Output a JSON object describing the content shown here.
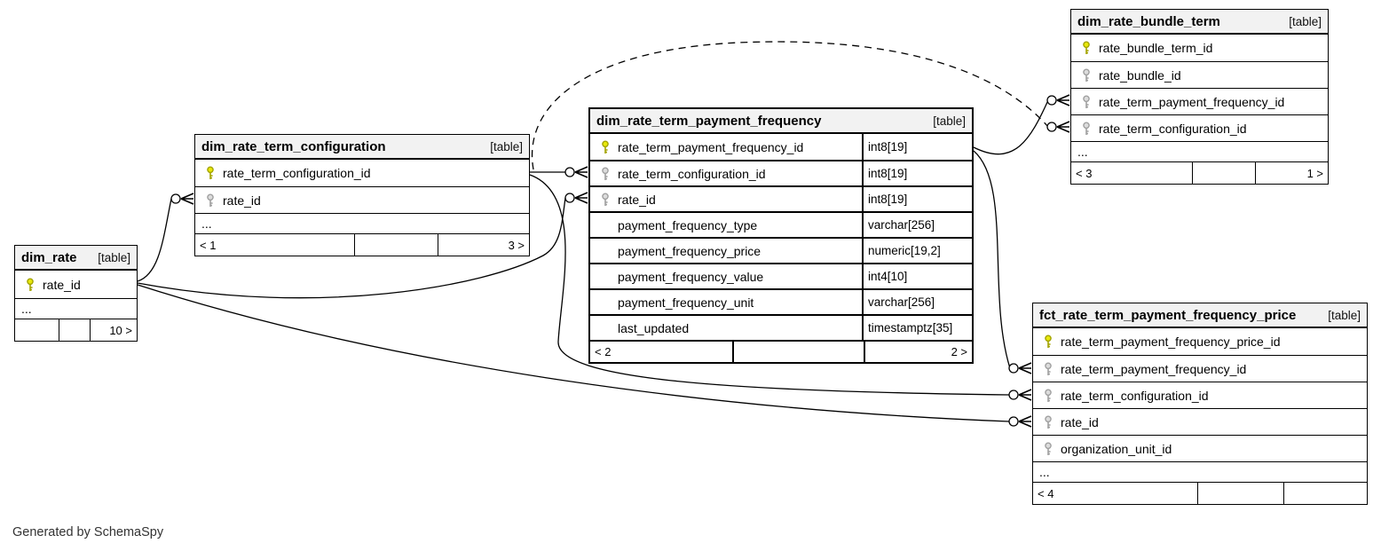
{
  "note": "Generated by SchemaSpy",
  "colors": {
    "background": "#ffffff",
    "header_bg": "#f2f2f2",
    "border": "#000000",
    "pk_key_fill": "#e8e80a",
    "pk_key_stroke": "#a3a300",
    "fk_key_fill": "#dcdcdc",
    "fk_key_stroke": "#a0a0a0",
    "note_text": "#333333"
  },
  "tables": [
    {
      "id": "dim_rate",
      "title": "dim_rate",
      "badge": "[table]",
      "rows": [
        {
          "label": "rate_id",
          "key": "pk"
        }
      ],
      "ellipsis": "...",
      "footer": {
        "left": "",
        "mid": "",
        "right": "10 >"
      }
    },
    {
      "id": "dim_rate_term_configuration",
      "title": "dim_rate_term_configuration",
      "badge": "[table]",
      "rows": [
        {
          "label": "rate_term_configuration_id",
          "key": "pk"
        },
        {
          "label": "rate_id",
          "key": "fk"
        }
      ],
      "ellipsis": "...",
      "footer": {
        "left": "< 1",
        "mid": "",
        "right": "3 >"
      }
    },
    {
      "id": "dim_rate_term_payment_frequency",
      "title": "dim_rate_term_payment_frequency",
      "badge": "[table]",
      "rows": [
        {
          "label": "rate_term_payment_frequency_id",
          "key": "pk",
          "type": "int8[19]"
        },
        {
          "label": "rate_term_configuration_id",
          "key": "fk",
          "type": "int8[19]"
        },
        {
          "label": "rate_id",
          "key": "fk",
          "type": "int8[19]"
        },
        {
          "label": "payment_frequency_type",
          "type": "varchar[256]"
        },
        {
          "label": "payment_frequency_price",
          "type": "numeric[19,2]"
        },
        {
          "label": "payment_frequency_value",
          "type": "int4[10]"
        },
        {
          "label": "payment_frequency_unit",
          "type": "varchar[256]"
        },
        {
          "label": "last_updated",
          "type": "timestamptz[35]"
        }
      ],
      "footer": {
        "left": "< 2",
        "mid": "",
        "right": "2 >"
      }
    },
    {
      "id": "dim_rate_bundle_term",
      "title": "dim_rate_bundle_term",
      "badge": "[table]",
      "rows": [
        {
          "label": "rate_bundle_term_id",
          "key": "pk"
        },
        {
          "label": "rate_bundle_id",
          "key": "fk"
        },
        {
          "label": "rate_term_payment_frequency_id",
          "key": "fk"
        },
        {
          "label": "rate_term_configuration_id",
          "key": "fk"
        }
      ],
      "ellipsis": "...",
      "footer": {
        "left": "< 3",
        "mid": "",
        "right": "1 >"
      }
    },
    {
      "id": "fct_rate_term_payment_frequency_price",
      "title": "fct_rate_term_payment_frequency_price",
      "badge": "[table]",
      "rows": [
        {
          "label": "rate_term_payment_frequency_price_id",
          "key": "pk"
        },
        {
          "label": "rate_term_payment_frequency_id",
          "key": "fk"
        },
        {
          "label": "rate_term_configuration_id",
          "key": "fk"
        },
        {
          "label": "rate_id",
          "key": "fk"
        },
        {
          "label": "organization_unit_id",
          "key": "fk"
        }
      ],
      "ellipsis": "...",
      "footer": {
        "left": "< 4",
        "mid": "",
        "right": ""
      }
    }
  ],
  "relationships": [
    {
      "from": "dim_rate.rate_id",
      "to": "dim_rate_term_configuration.rate_id",
      "style": "solid"
    },
    {
      "from": "dim_rate.rate_id",
      "to": "dim_rate_term_payment_frequency.rate_id",
      "style": "solid"
    },
    {
      "from": "dim_rate.rate_id",
      "to": "fct_rate_term_payment_frequency_price.rate_id",
      "style": "solid"
    },
    {
      "from": "dim_rate_term_configuration.rate_term_configuration_id",
      "to": "dim_rate_term_payment_frequency.rate_term_configuration_id",
      "style": "solid"
    },
    {
      "from": "dim_rate_term_configuration.rate_term_configuration_id",
      "to": "fct_rate_term_payment_frequency_price.rate_term_configuration_id",
      "style": "solid"
    },
    {
      "from": "dim_rate_term_configuration.rate_term_configuration_id",
      "to": "dim_rate_bundle_term.rate_term_configuration_id",
      "style": "dashed"
    },
    {
      "from": "dim_rate_term_payment_frequency.rate_term_payment_frequency_id",
      "to": "dim_rate_bundle_term.rate_term_payment_frequency_id",
      "style": "solid"
    },
    {
      "from": "dim_rate_term_payment_frequency.rate_term_payment_frequency_id",
      "to": "fct_rate_term_payment_frequency_price.rate_term_payment_frequency_id",
      "style": "solid"
    }
  ]
}
